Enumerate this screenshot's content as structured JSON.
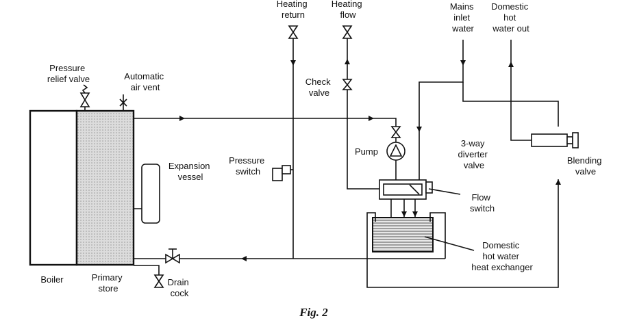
{
  "labels": {
    "heating_return": [
      "Heating",
      "return"
    ],
    "heating_flow": [
      "Heating",
      "flow"
    ],
    "mains_inlet": [
      "Mains",
      "inlet",
      "water"
    ],
    "domestic_hot_out": [
      "Domestic",
      "hot",
      "water out"
    ],
    "pressure_relief": [
      "Pressure",
      "relief valve"
    ],
    "air_vent": [
      "Automatic",
      "air vent"
    ],
    "check_valve": [
      "Check",
      "valve"
    ],
    "pump": "Pump",
    "diverter": [
      "3-way",
      "diverter",
      "valve"
    ],
    "expansion": [
      "Expansion",
      "vessel"
    ],
    "pressure_switch": [
      "Pressure",
      "switch"
    ],
    "blending": [
      "Blending",
      "valve"
    ],
    "flow_switch": [
      "Flow",
      "switch"
    ],
    "heat_exchanger": [
      "Domestic",
      "hot water",
      "heat exchanger"
    ],
    "boiler": "Boiler",
    "primary_store": [
      "Primary",
      "store"
    ],
    "drain_cock": [
      "Drain",
      "cock"
    ]
  },
  "caption": "Fig. 2"
}
